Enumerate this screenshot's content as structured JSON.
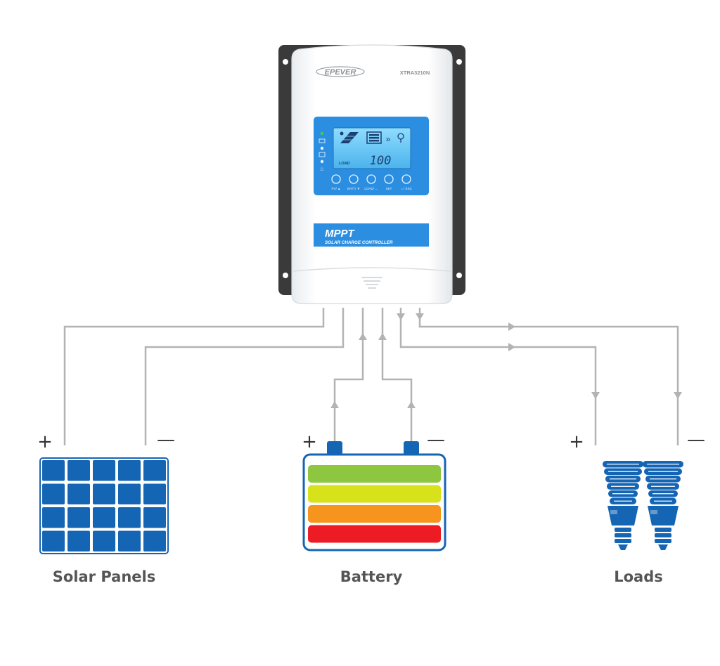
{
  "device": {
    "brand": "EPEVER",
    "model": "XTRA3210N",
    "title": "MPPT",
    "subtitle": "SOLAR CHARGE CONTROLLER",
    "lcd": {
      "value": "100",
      "load_label": "LOAD"
    },
    "buttons": [
      "PV/ ▲",
      "BATT/ ▼",
      "LOAD/ ←",
      "SET",
      "⌂ / ESC"
    ]
  },
  "components": {
    "solar": {
      "label": "Solar Panels",
      "plus": "+",
      "minus": "—"
    },
    "battery": {
      "label": "Battery",
      "plus": "+",
      "minus": "—"
    },
    "loads": {
      "label": "Loads",
      "plus": "+",
      "minus": "—"
    }
  },
  "colors": {
    "panel_blue": "#1565b5",
    "device_blue": "#2c8ee0",
    "lcd_blue": "#5dc3f4",
    "wire_gray": "#b3b3b3",
    "battery_levels": [
      "#8dc63f",
      "#d7e21a",
      "#f7941d",
      "#ed1c24"
    ]
  },
  "icons": {
    "solar": "solar-panel-icon",
    "battery": "battery-icon",
    "load": "cfl-bulb-icon"
  }
}
